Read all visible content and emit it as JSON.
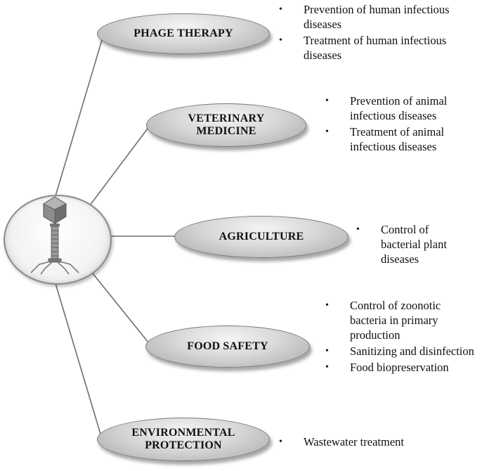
{
  "branches": [
    {
      "id": "phage-therapy",
      "label": "PHAGE THERAPY",
      "items": [
        "Prevention of human infectious diseases",
        "Treatment of human infectious diseases"
      ]
    },
    {
      "id": "veterinary-medicine",
      "label": "VETERINARY\nMEDICINE",
      "items": [
        "Prevention of animal infectious diseases",
        "Treatment of animal infectious diseases"
      ]
    },
    {
      "id": "agriculture",
      "label": "AGRICULTURE",
      "items": [
        "Control of bacterial plant diseases"
      ]
    },
    {
      "id": "food-safety",
      "label": "FOOD SAFETY",
      "items": [
        "Control of zoonotic bacteria in primary production",
        "Sanitizing and disinfection",
        "Food biopreservation"
      ]
    },
    {
      "id": "environmental-protection",
      "label": "ENVIRONMENTAL\nPROTECTION",
      "items": [
        "Wastewater treatment"
      ]
    }
  ],
  "colors": {
    "line": "#6e6e6e",
    "ellipse_light": "#f4f4f4",
    "ellipse_dark": "#a9a9a9",
    "text": "#111111"
  },
  "center_icon": "bacteriophage-icon"
}
